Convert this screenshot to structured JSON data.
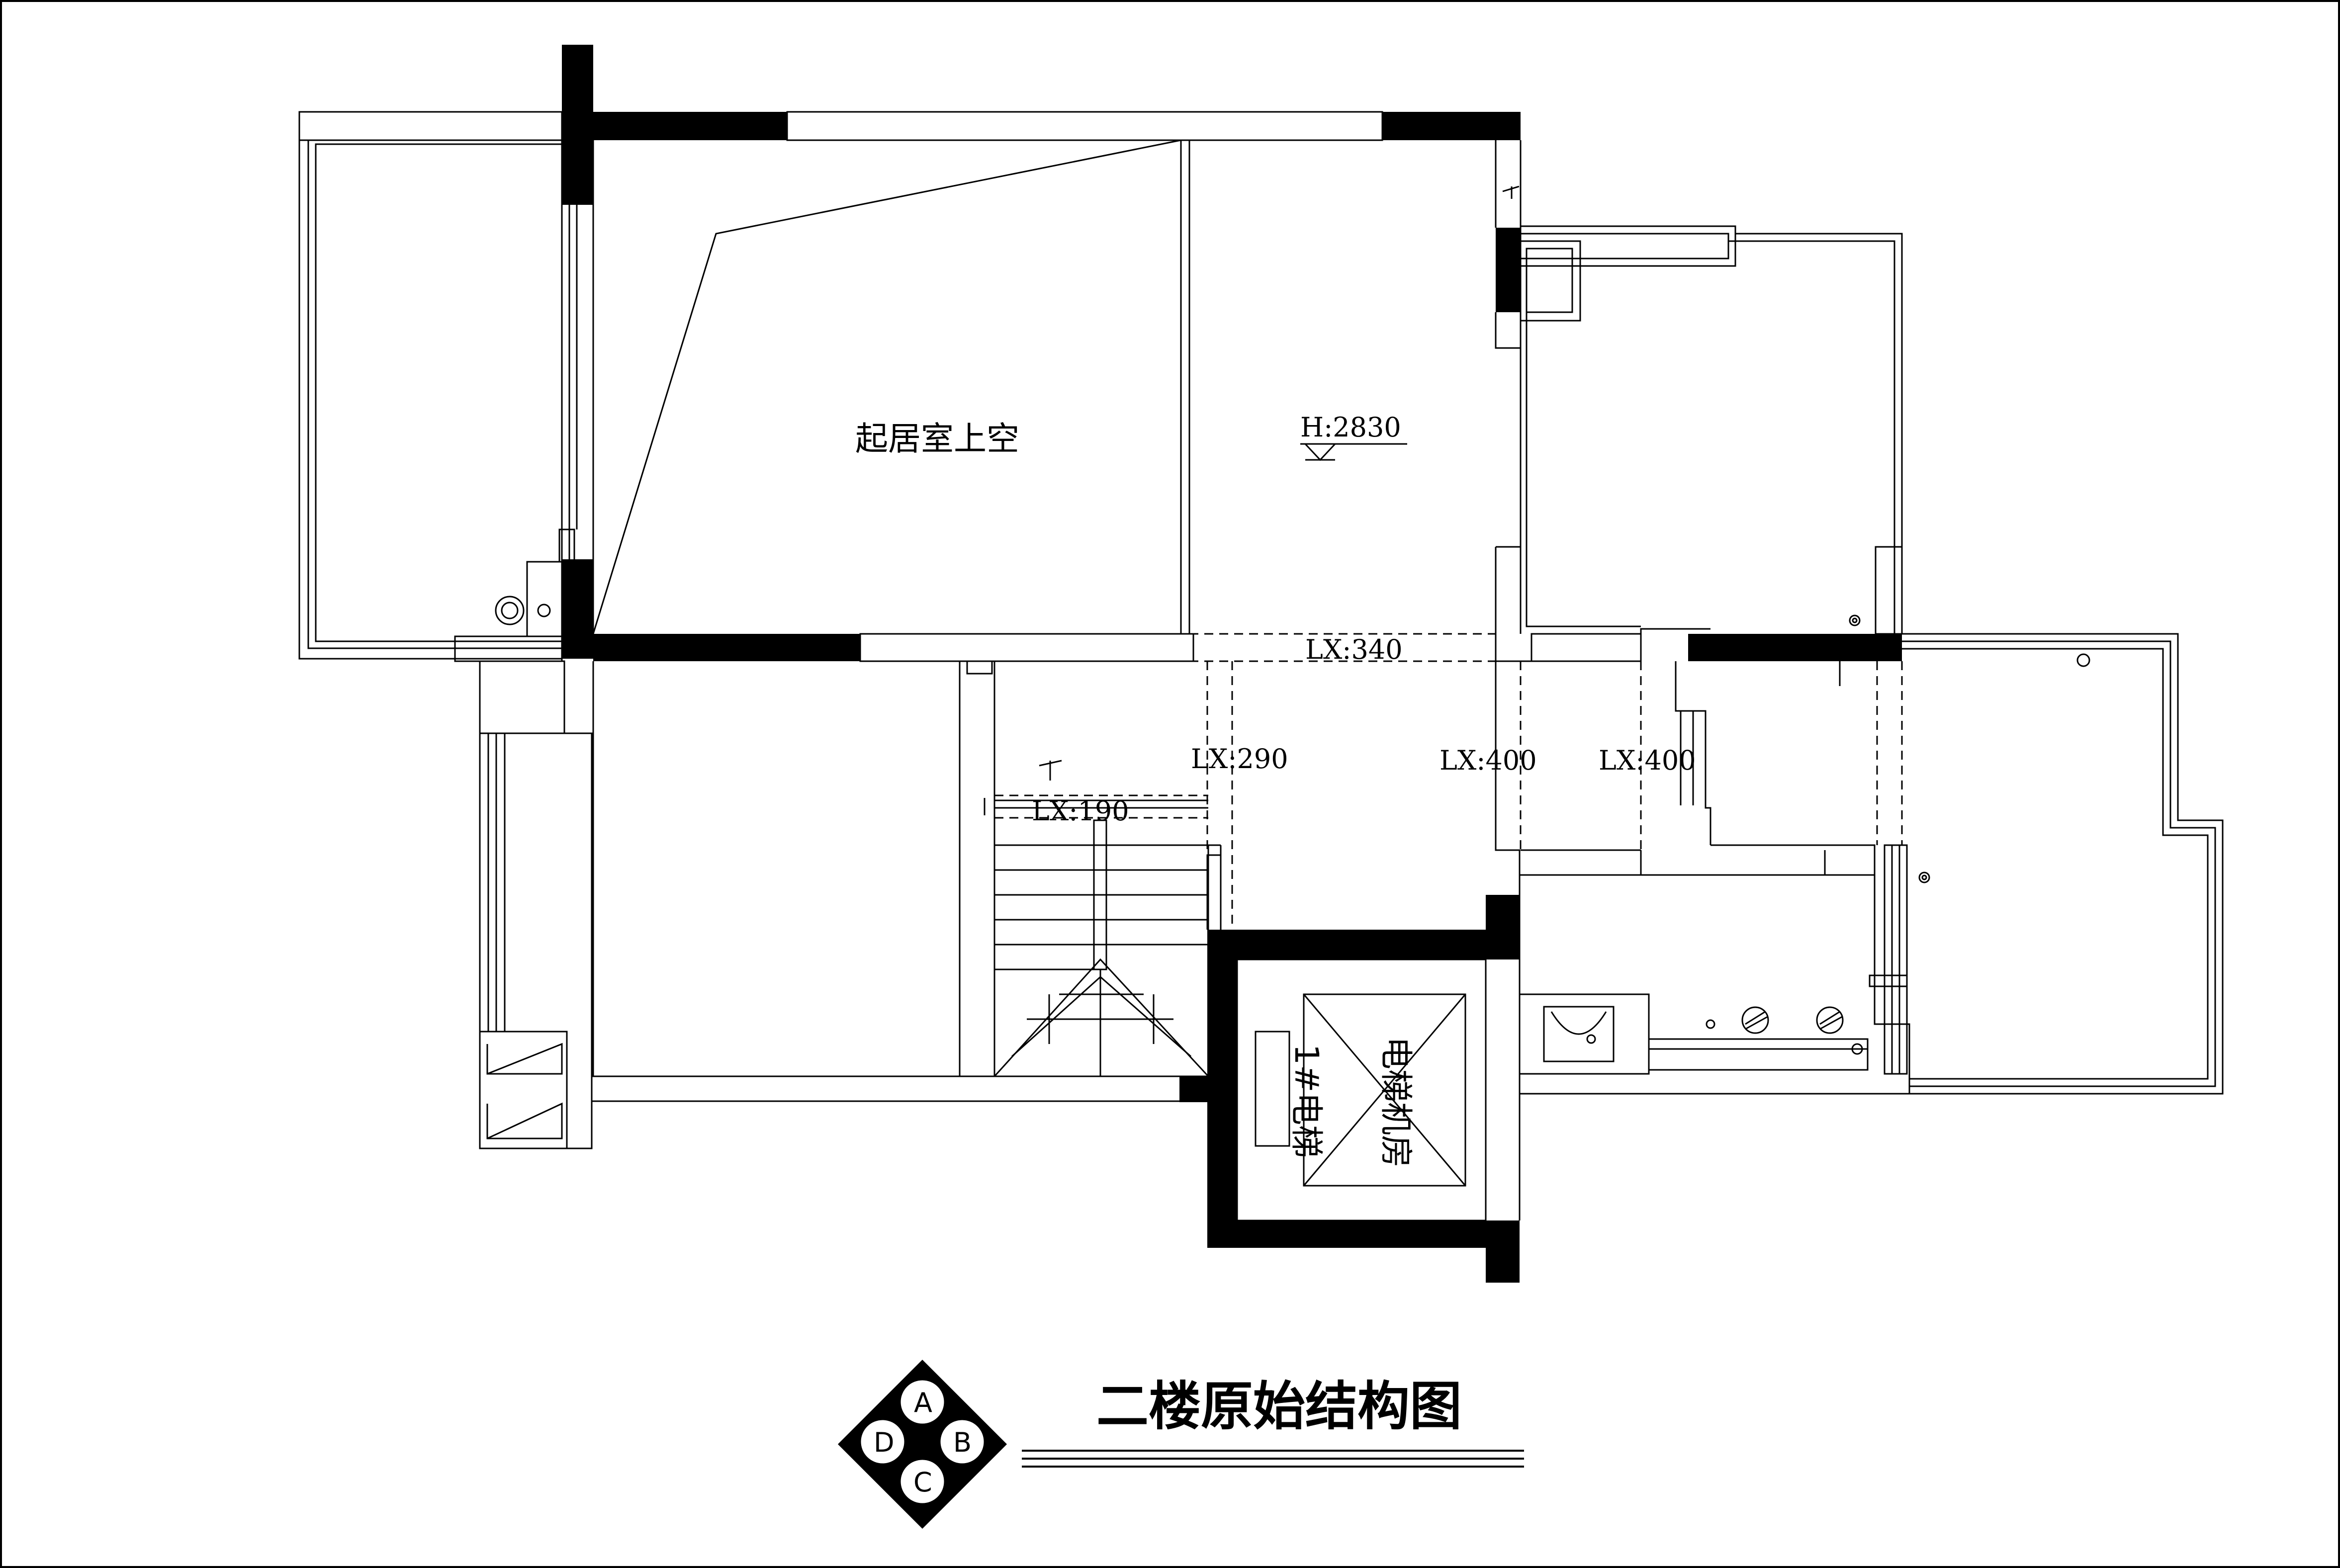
{
  "drawing": {
    "title": "二楼原始结构图",
    "rooms": {
      "living_void": "起居室上空",
      "elevator_machine_room": "电梯机房",
      "elevator": "1#电梯"
    },
    "height_mark": "H:2830",
    "beams": {
      "lx340": "LX:340",
      "lx290": "LX:290",
      "lx400_a": "LX:400",
      "lx400_b": "LX:400",
      "lx190": "LX:190"
    },
    "compass": {
      "a": "A",
      "b": "B",
      "c": "C",
      "d": "D"
    }
  }
}
